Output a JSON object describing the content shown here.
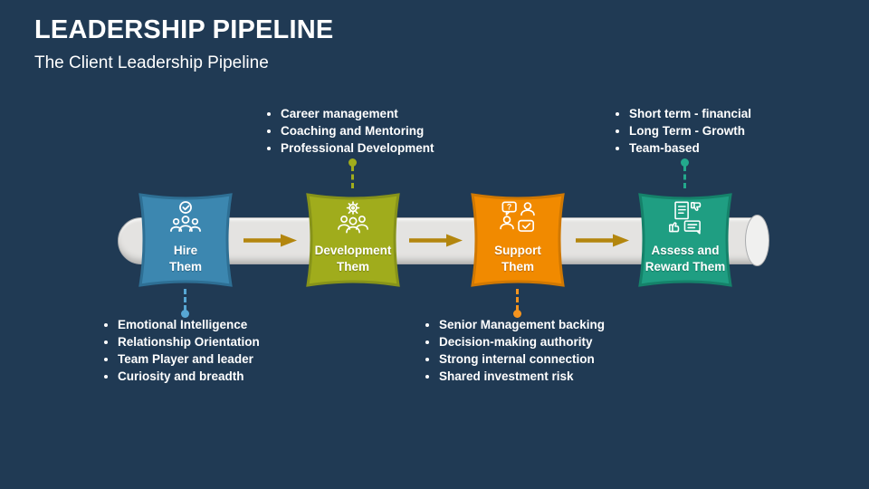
{
  "slide": {
    "title": "LEADERSHIP PIPELINE",
    "subtitle": "The Client Leadership Pipeline"
  },
  "colors": {
    "background": "#203A54",
    "pipe": "#E4E3E1",
    "pipe_cap": "#F0F0EF",
    "arrow": "#B3860E",
    "text": "#FFFFFF"
  },
  "stages": [
    {
      "label": "Hire Them",
      "color": "#3C87B0",
      "border": "#2E6F94",
      "connector": "#57A7D4",
      "icon": "hire-team-check-icon"
    },
    {
      "label": "Development Them",
      "color": "#A0AC1C",
      "border": "#87931A",
      "connector": "#A0AC1C",
      "icon": "people-gear-icon"
    },
    {
      "label": "Support Them",
      "color": "#F18A00",
      "border": "#D07802",
      "connector": "#F5941F",
      "icon": "support-conversation-icon"
    },
    {
      "label": "Assess and Reward Them",
      "color": "#1F9E82",
      "border": "#15826A",
      "connector": "#23A98C",
      "icon": "assess-feedback-icon"
    }
  ],
  "notes": {
    "development": {
      "items": [
        "Career management",
        "Coaching and Mentoring",
        "Professional Development"
      ]
    },
    "assess": {
      "items": [
        "Short term - financial",
        "Long Term - Growth",
        "Team-based"
      ]
    },
    "hire": {
      "items": [
        "Emotional Intelligence",
        "Relationship Orientation",
        "Team Player and leader",
        "Curiosity and breadth"
      ]
    },
    "support": {
      "items": [
        "Senior Management backing",
        "Decision-making authority",
        "Strong internal connection",
        "Shared investment risk"
      ]
    }
  }
}
